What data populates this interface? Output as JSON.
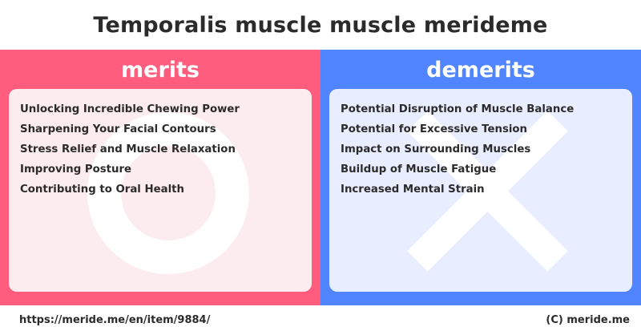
{
  "title": "Temporalis muscle muscle merideme",
  "merits": {
    "heading": "merits",
    "items": [
      "Unlocking Incredible Chewing Power",
      "Sharpening Your Facial Contours",
      "Stress Relief and Muscle Relaxation",
      "Improving Posture",
      "Contributing to Oral Health"
    ],
    "watermark_icon": "circle-icon"
  },
  "demerits": {
    "heading": "demerits",
    "items": [
      "Potential Disruption of Muscle Balance",
      "Potential for Excessive Tension",
      "Impact on Surrounding Muscles",
      "Buildup of Muscle Fatigue",
      "Increased Mental Strain"
    ],
    "watermark_icon": "cross-icon"
  },
  "footer": {
    "url": "https://meride.me/en/item/9884/",
    "copyright": "(C) meride.me"
  },
  "colors": {
    "merits_accent": "#ff5c7e",
    "merits_card": "#fdecef",
    "demerits_accent": "#5185ff",
    "demerits_card": "#e8eeff",
    "text": "#2b2b2b"
  }
}
